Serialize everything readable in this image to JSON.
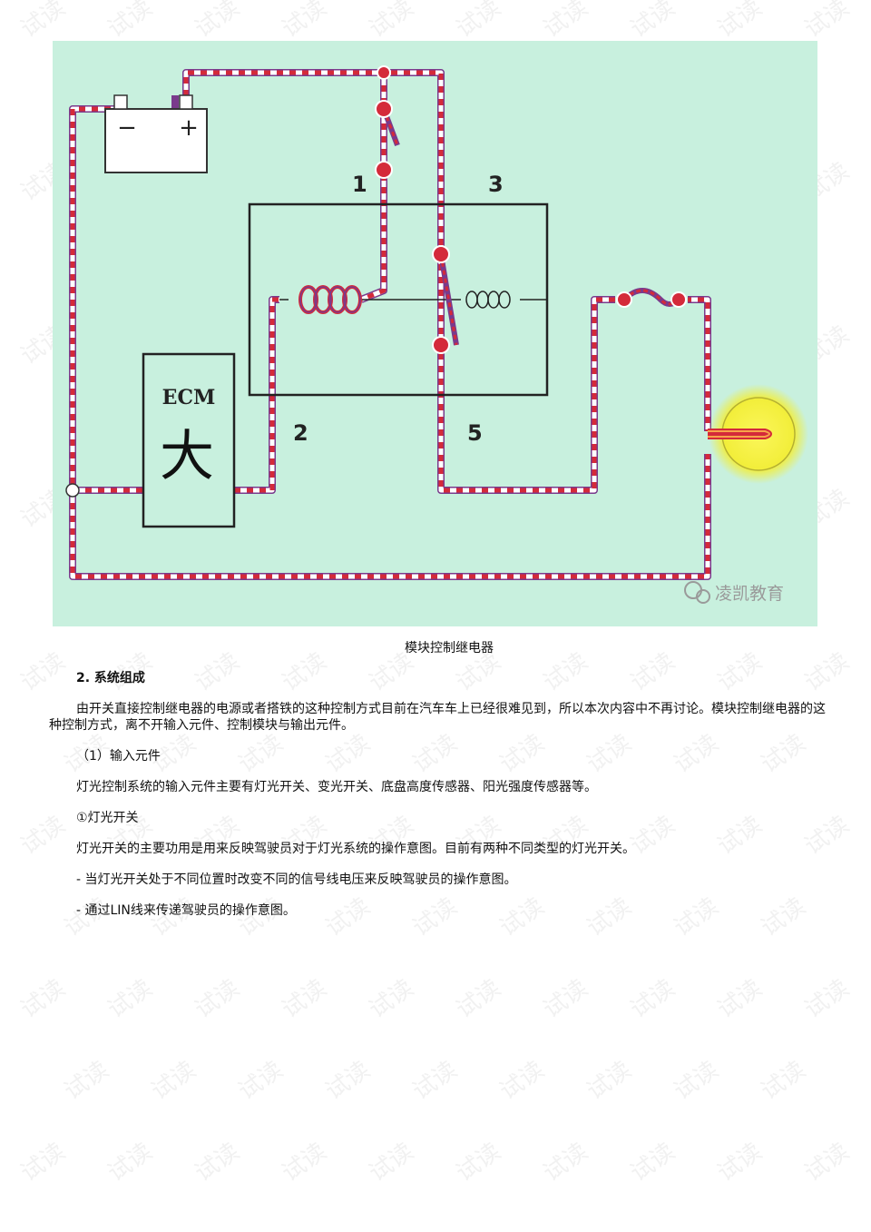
{
  "diagram": {
    "battery_minus": "−",
    "battery_plus": "+",
    "ecm_label": "ECM",
    "ecm_symbol": "大",
    "pin_1": "1",
    "pin_3": "3",
    "pin_2": "2",
    "pin_5": "5",
    "brand": "凌凯教育",
    "background_color": "#c8f0de",
    "wire_color": "#d42a3a",
    "lamp_color": "#f2ee3a"
  },
  "caption": "模块控制继电器",
  "section_heading": "2. 系统组成",
  "paragraph_1": "由开关直接控制继电器的电源或者搭铁的这种控制方式目前在汽车车上已经很难见到，所以本次内容中不再讨论。模块控制继电器的这种控制方式，离不开输入元件、控制模块与输出元件。",
  "sub_heading": "（1）输入元件",
  "paragraph_2": "灯光控制系统的输入元件主要有灯光开关、变光开关、底盘高度传感器、阳光强度传感器等。",
  "item_heading": "①灯光开关",
  "paragraph_3": "灯光开关的主要功用是用来反映驾驶员对于灯光系统的操作意图。目前有两种不同类型的灯光开关。",
  "bullet_1": "- 当灯光开关处于不同位置时改变不同的信号线电压来反映驾驶员的操作意图。",
  "bullet_2": "- 通过LIN线来传递驾驶员的操作意图。",
  "watermark": "试读"
}
